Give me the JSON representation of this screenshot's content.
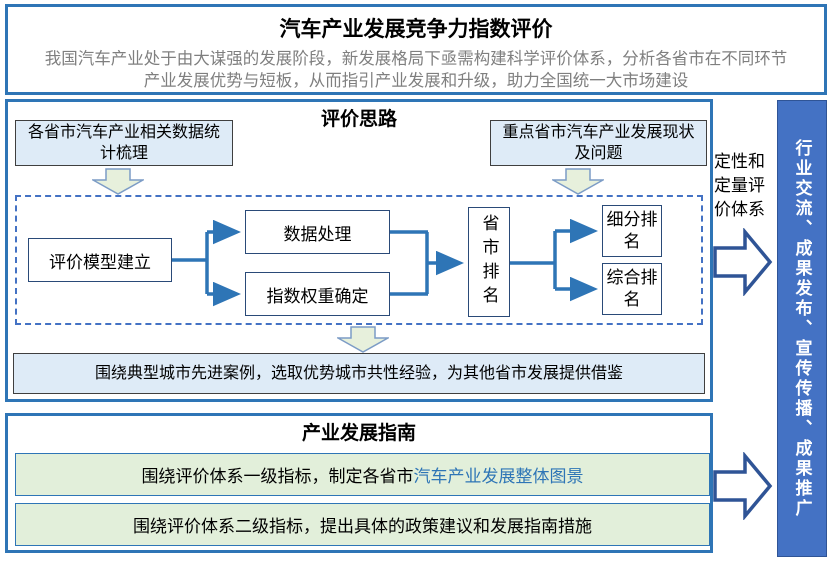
{
  "header": {
    "title": "汽车产业发展竞争力指数评价",
    "subtitle": "我国汽车产业处于由大谋强的发展阶段，新发展格局下亟需构建科学评价体系，分析各省市在不同环节产业发展优势与短板，从而指引产业发展和升级，助力全国统一大市场建设"
  },
  "evaluation": {
    "title": "评价思路",
    "input_left": "各省市汽车产业相关数据统计梳理",
    "input_right": "重点省市汽车产业发展现状及问题",
    "flow": {
      "model": "评价模型建立",
      "data_processing": "数据处理",
      "index_weight": "指数权重确定",
      "province_ranking": "省市排名",
      "sub_ranking": "细分排名",
      "overall_ranking": "综合排名"
    },
    "summary": "围绕典型城市先进案例，选取优势城市共性经验，为其他省市发展提供借鉴"
  },
  "qualitative_label": "定性和定量评价体系",
  "guide": {
    "title": "产业发展指南",
    "item1_prefix": "围绕评价体系一级指标，制定各省市",
    "item1_highlight": "汽车产业发展整体图景",
    "item2": "围绕评价体系二级指标，提出具体的政策建议和发展指南措施"
  },
  "sidebar": {
    "label": "行业交流、成果发布、宣传传播、成果推广"
  },
  "colors": {
    "frame_blue": "#2E75B6",
    "connector_blue": "#2E75B6",
    "flowbox_border": "#2a4a78",
    "light_blue_fill": "#DEEBF7",
    "light_green_fill": "#E2EFDA",
    "sidebar_fill": "#4472C4",
    "big_arrow_border": "#2F5496",
    "subtitle_gray": "#7f7f7f",
    "highlight_text": "#2E75B6"
  }
}
